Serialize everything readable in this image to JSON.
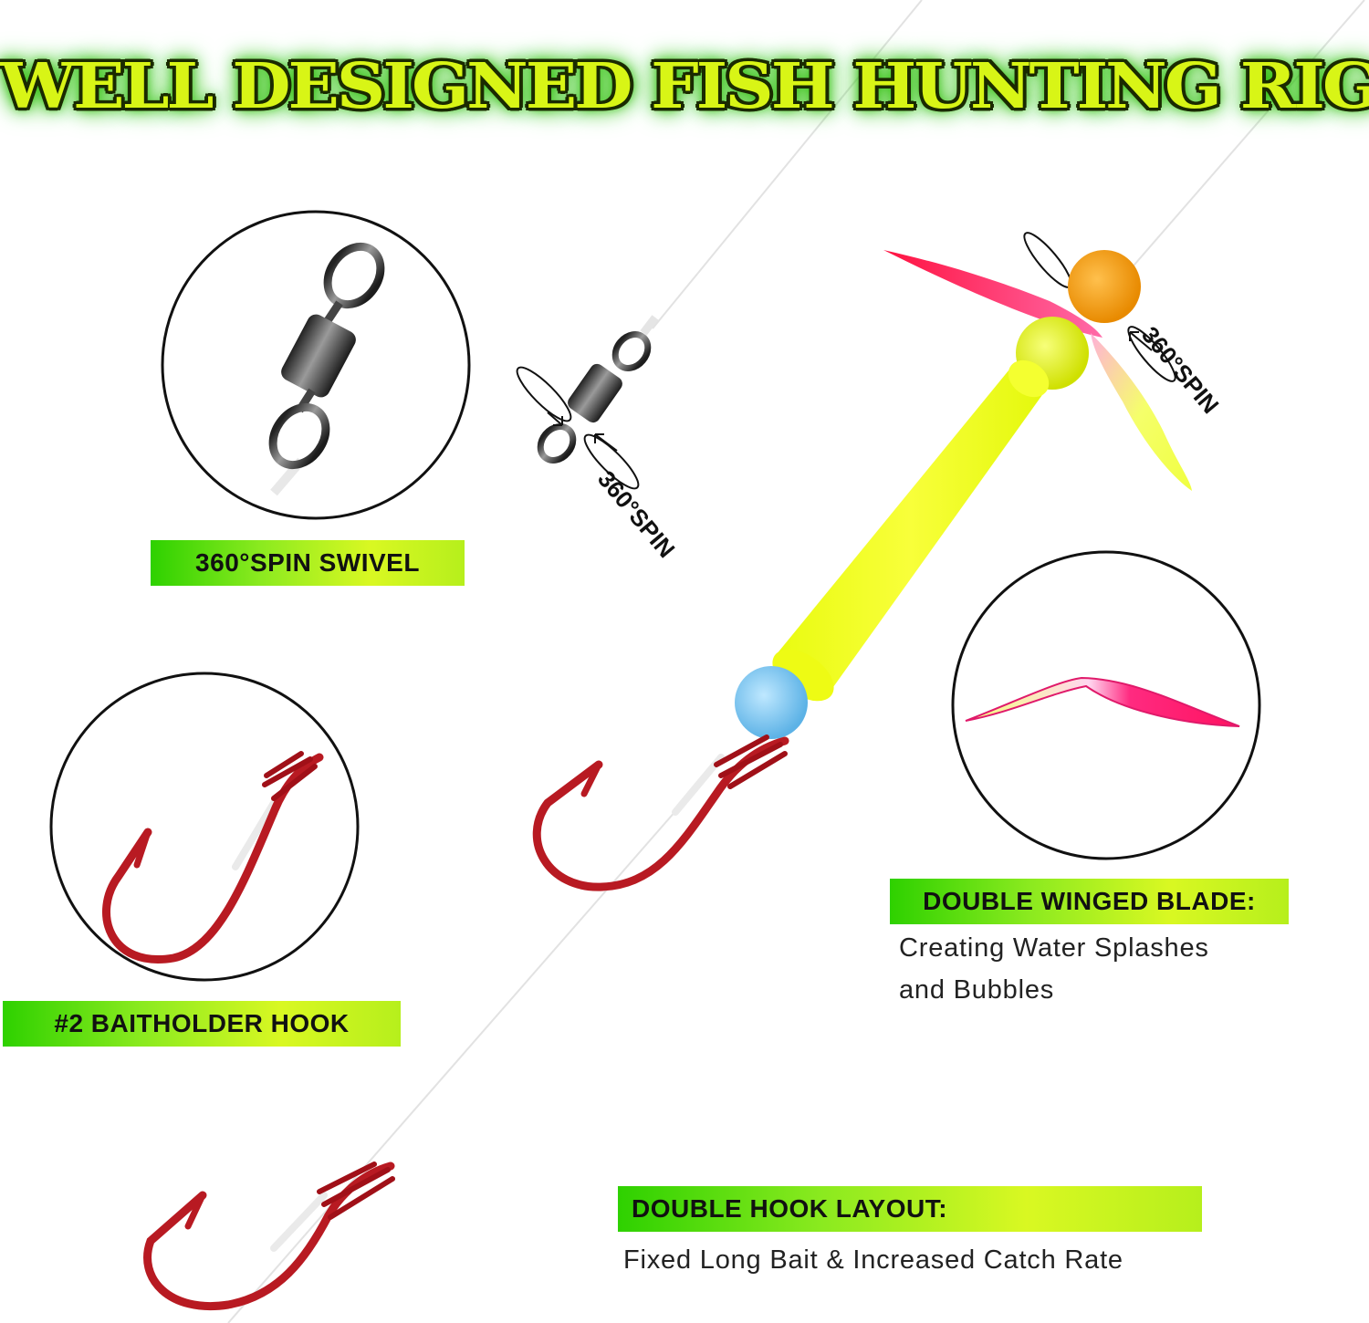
{
  "headline": "WELL DESIGNED FISH HUNTING RIG",
  "callouts": {
    "swivel_label": "360°SPIN SWIVEL",
    "hook_label": "#2 BAITHOLDER HOOK",
    "blade_label": "DOUBLE WINGED BLADE:",
    "blade_desc_line1": "Creating Water Splashes",
    "blade_desc_line2": "and Bubbles",
    "layout_label": "DOUBLE HOOK LAYOUT:",
    "layout_desc": "Fixed Long Bait & Increased Catch Rate"
  },
  "spin_marks": {
    "swivel_spin": "360°SPIN",
    "blade_spin": "360°SPIN"
  },
  "colors": {
    "label_green": "#2ed100",
    "label_lime": "#d9f822",
    "hook_red": "#b01a1f",
    "float_yellow": "#f2ff1a",
    "blade_pink": "#ff1f6a"
  }
}
